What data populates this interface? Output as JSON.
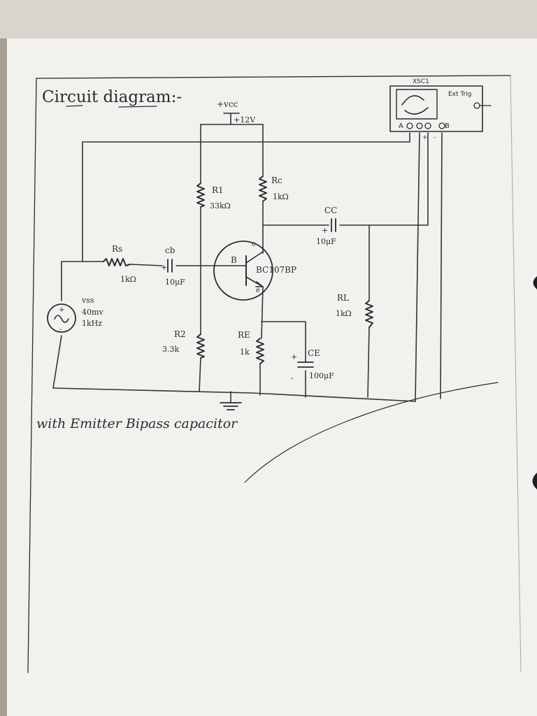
{
  "page": {
    "title": "Circuit diagram:-",
    "caption": "with Emitter Bipass capacitor"
  },
  "supply": {
    "name": "+vcc",
    "value": "+12V"
  },
  "oscilloscope": {
    "name": "XSC1",
    "ext_trig": "Ext Trig",
    "ch_a": "A",
    "ch_b": "B",
    "plus": "+",
    "minus": "-"
  },
  "components": {
    "rs": {
      "name": "Rs",
      "value": "1kΩ"
    },
    "cb": {
      "name": "cb",
      "value": "10μF"
    },
    "r1": {
      "name": "R1",
      "value": "33kΩ"
    },
    "r2": {
      "name": "R2",
      "value": "3.3k"
    },
    "rc": {
      "name": "Rc",
      "value": "1kΩ"
    },
    "re": {
      "name": "RE",
      "value": "1k"
    },
    "cc": {
      "name": "CC",
      "value": "10μF"
    },
    "ce": {
      "name": "CE",
      "value": "100μF"
    },
    "rl": {
      "name": "RL",
      "value": "1kΩ"
    },
    "vss": {
      "name": "vss",
      "amplitude": "40mv",
      "frequency": "1kHz"
    },
    "transistor": {
      "model": "BC107BP",
      "base": "B",
      "collector": "c",
      "emitter": "e"
    }
  }
}
